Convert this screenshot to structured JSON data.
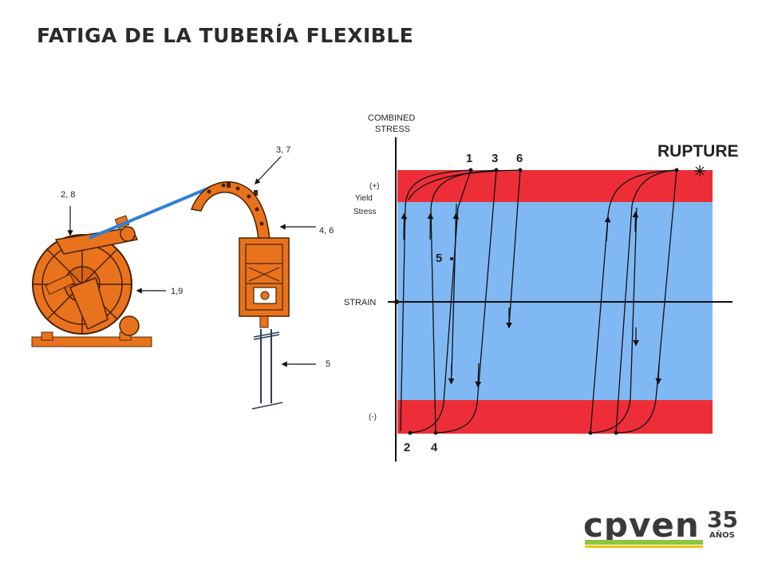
{
  "slide": {
    "title": "FATIGA DE LA TUBERÍA FLEXIBLE"
  },
  "equipment": {
    "callouts": [
      "3, 7",
      "2, 8",
      "4, 6",
      "1,9",
      "5"
    ]
  },
  "graph": {
    "y_axis_label_line1": "COMBINED",
    "y_axis_label_line2": "STRESS",
    "plus_label": "(+)",
    "yield_line1": "Yield",
    "yield_line2": "Stress",
    "strain_label": "STRAIN",
    "minus_label": "(-)",
    "rupture_label": "RUPTURE",
    "point_labels": [
      "1",
      "3",
      "6",
      "2",
      "4",
      "5"
    ],
    "colors": {
      "yield_band": "#ed2e38",
      "elastic_zone": "#80b8f4",
      "tubing": "#2f7fd6",
      "equipment": "#e8731c"
    }
  },
  "logo": {
    "brand": "cpven",
    "years": "35",
    "years_label": "AÑOS",
    "colors": {
      "dark": "#3a3a3a",
      "green": "#8cc63f",
      "yellow": "#f2c200"
    }
  }
}
